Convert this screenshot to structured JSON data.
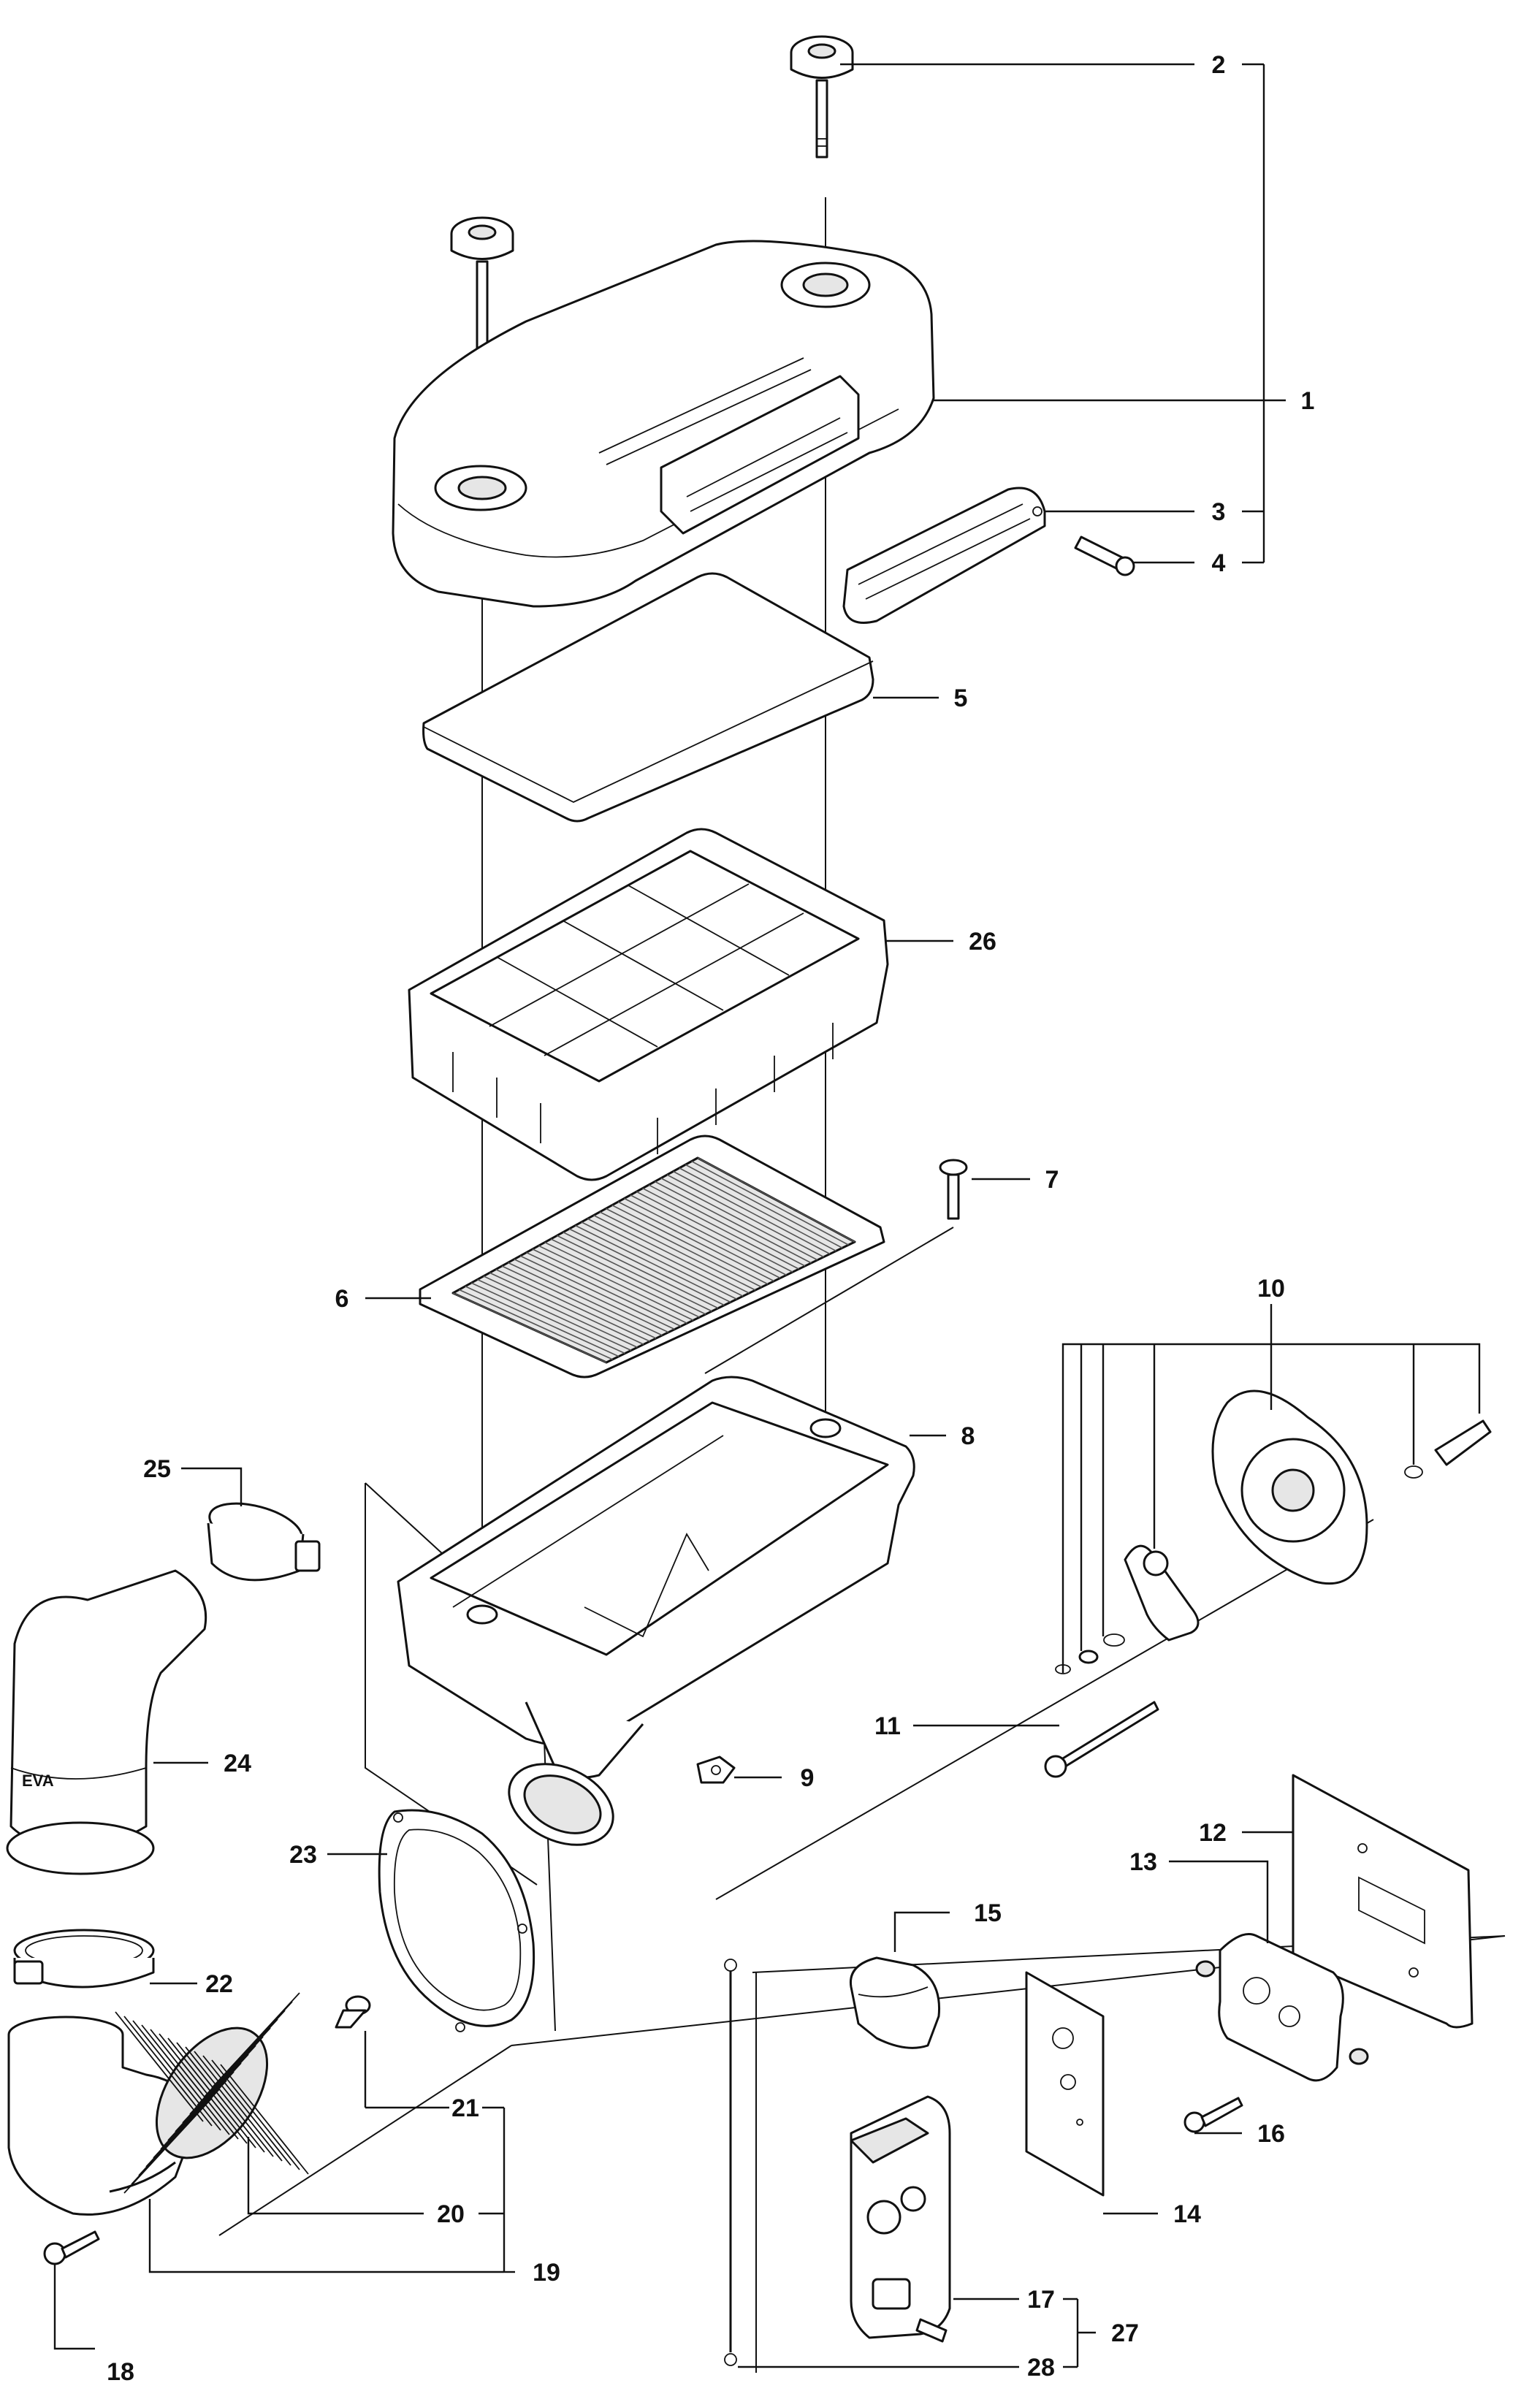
{
  "diagram": {
    "callouts": {
      "c1": "1",
      "c2": "2",
      "c3": "3",
      "c4": "4",
      "c5": "5",
      "c6": "6",
      "c7": "7",
      "c8": "8",
      "c9": "9",
      "c10": "10",
      "c11": "11",
      "c12": "12",
      "c13": "13",
      "c14": "14",
      "c15": "15",
      "c16": "16",
      "c17": "17",
      "c18": "18",
      "c19": "19",
      "c20": "20",
      "c21": "21",
      "c22": "22",
      "c23": "23",
      "c24": "24",
      "c25": "25",
      "c26": "26",
      "c27": "27",
      "c28": "28"
    },
    "marking_text": "EVA"
  }
}
